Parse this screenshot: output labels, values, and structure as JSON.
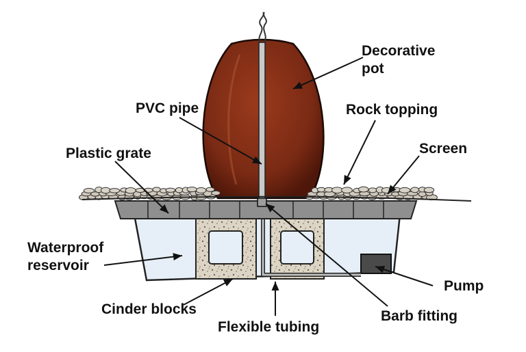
{
  "labels": {
    "decorative_pot_line1": "Decorative",
    "decorative_pot_line2": "pot",
    "pvc_pipe": "PVC pipe",
    "rock_topping": "Rock topping",
    "plastic_grate": "Plastic grate",
    "screen": "Screen",
    "waterproof_reservoir_line1": "Waterproof",
    "waterproof_reservoir_line2": "reservoir",
    "pump": "Pump",
    "cinder_blocks": "Cinder blocks",
    "barb_fitting": "Barb fitting",
    "flexible_tubing": "Flexible tubing"
  },
  "colors": {
    "pot": "#7a2a14",
    "reservoir": "#e4eef8",
    "grate": "#8f8f8f",
    "cinder": "#d8d0c0",
    "pump": "#4a4a4a",
    "rocks": "#cfc8bb",
    "pipe": "#c9c9c9"
  }
}
